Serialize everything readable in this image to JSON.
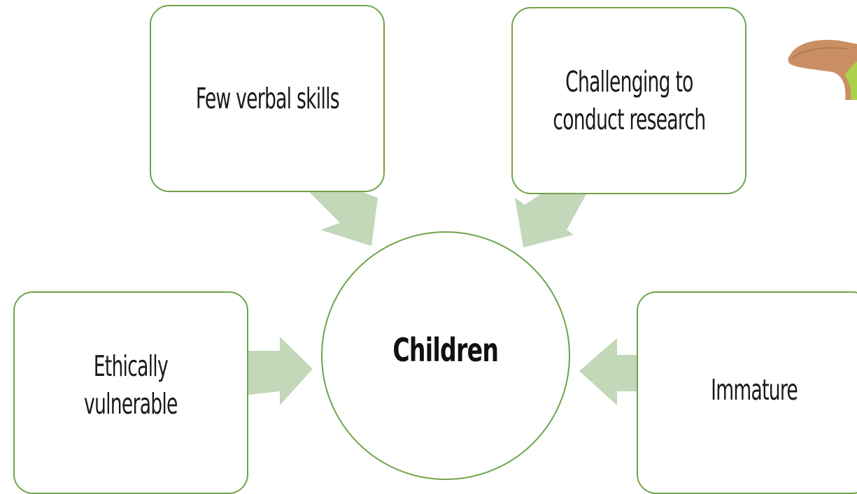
{
  "diagram": {
    "center": {
      "label": "Children"
    },
    "nodes": {
      "top_left": {
        "label": "Few verbal skills"
      },
      "top_right": {
        "label": "Challenging to\nconduct research"
      },
      "bottom_left": {
        "label": "Ethically\nvulnerable"
      },
      "bottom_right": {
        "label": "Immature"
      }
    },
    "colors": {
      "border": "#70a44a",
      "arrow": "#c2d8b9",
      "text": "#1a1a1a"
    }
  },
  "decoration": {
    "icon": "hand-photo-icon"
  }
}
